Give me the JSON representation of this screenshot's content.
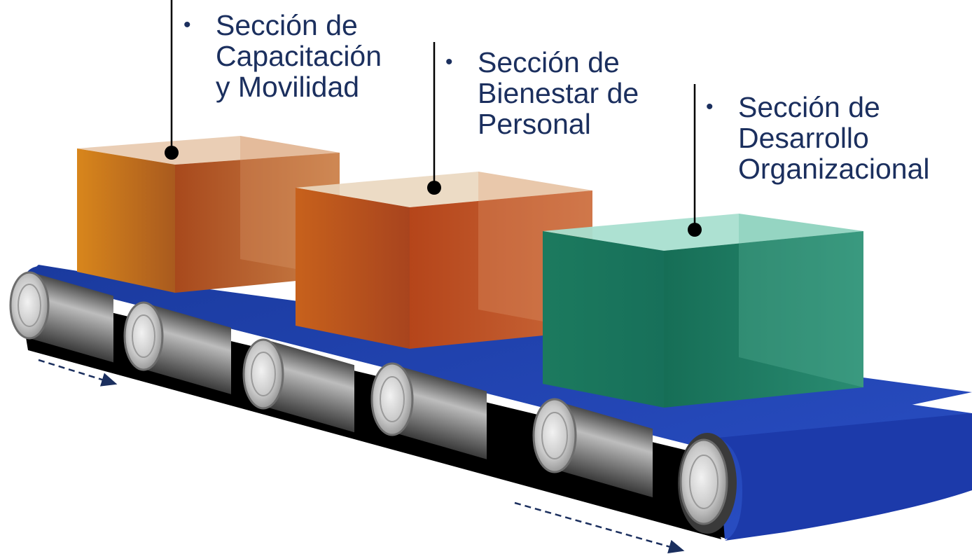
{
  "sections": [
    {
      "lines": [
        "Sección de",
        "Capacitación",
        "y Movilidad"
      ],
      "color": "#c8741e"
    },
    {
      "lines": [
        "Sección de",
        "Bienestar de",
        "Personal"
      ],
      "color": "#b8501e"
    },
    {
      "lines": [
        "Sección de",
        "Desarrollo",
        "Organizacional"
      ],
      "color": "#1a7a5e"
    }
  ],
  "colors": {
    "text": "#1b2f5e",
    "belt": "#1f3fae",
    "belt_shadow": "#000000",
    "roller": "#b8b8b8"
  }
}
